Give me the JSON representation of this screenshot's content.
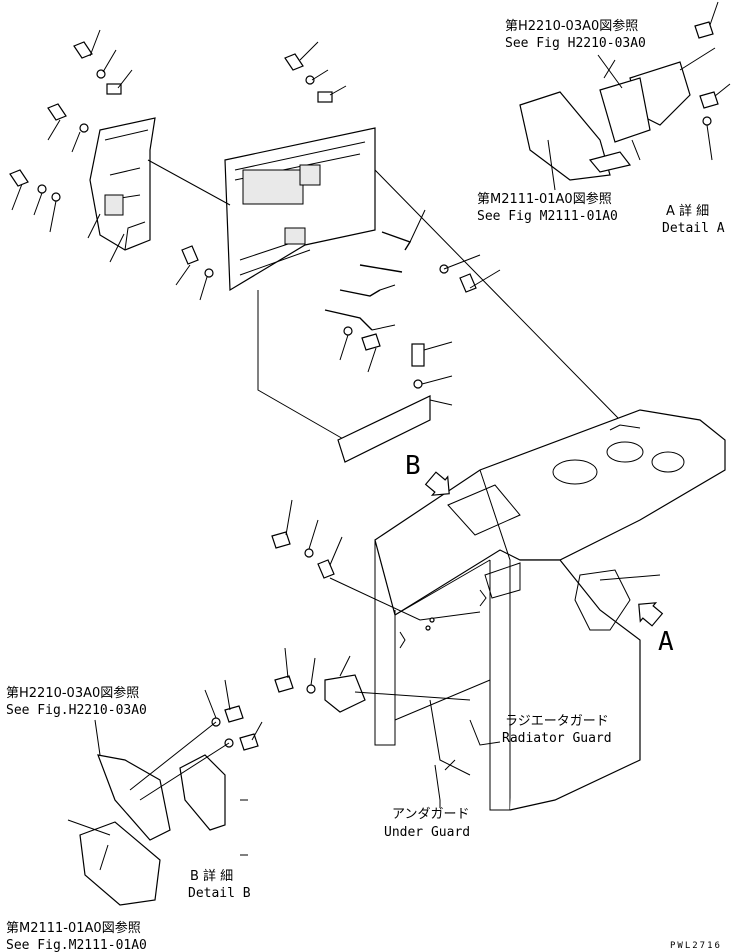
{
  "refs": {
    "top_fig_jp": "第H2210-03A0図参照",
    "top_fig_en": "See Fig H2210-03A0",
    "mid_fig_jp": "第M2111-01A0図参照",
    "mid_fig_en": "See Fig M2111-01A0",
    "bl_fig_jp": "第H2210-03A0図参照",
    "bl_fig_en": "See Fig.H2210-03A0",
    "bottom_fig_jp": "第M2111-01A0図参照",
    "bottom_fig_en": "See Fig.M2111-01A0"
  },
  "details": {
    "a_jp": "A 詳 細",
    "a_en": "Detail A",
    "b_jp": "B 詳 細",
    "b_en": "Detail B",
    "marker_a": "A",
    "marker_b": "B"
  },
  "callouts": {
    "radiator_jp": "ラジエータガード",
    "radiator_en": "Radiator Guard",
    "under_jp": "アンダガード",
    "under_en": "Under Guard"
  },
  "drawing_code": "PWL2716"
}
